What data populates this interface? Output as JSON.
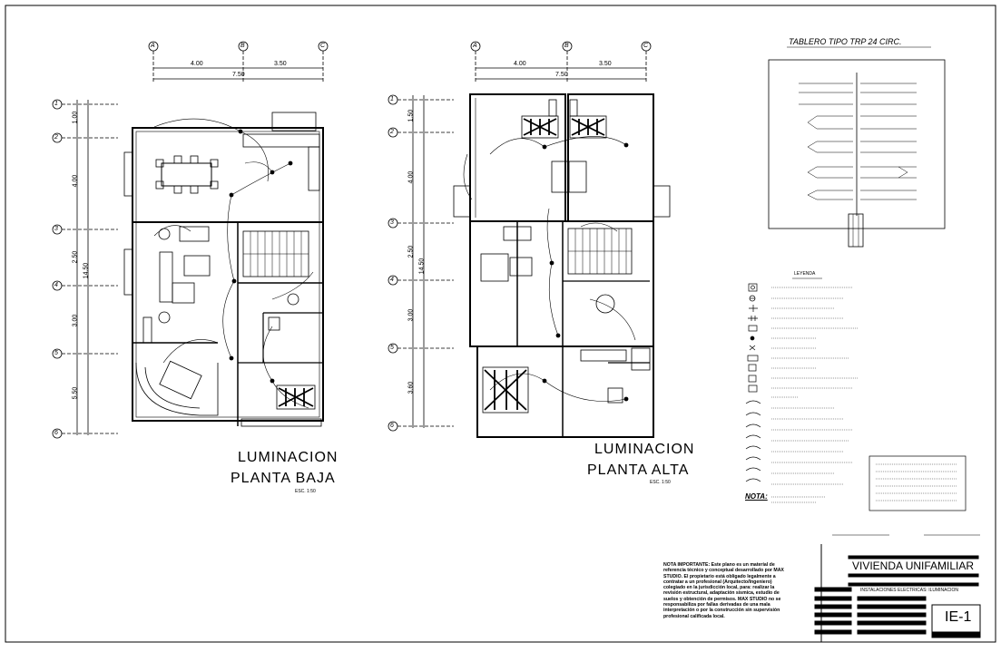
{
  "sheet": {
    "left_plan": {
      "title_line1": "LUMINACION",
      "title_line2": "PLANTA BAJA",
      "scale": "ESC. 1:50",
      "axes_cols": [
        "A",
        "B",
        "C"
      ],
      "axes_rows": [
        "1",
        "2",
        "3",
        "4",
        "5",
        "6"
      ],
      "dims_top": [
        "4.00",
        "3.50"
      ],
      "dims_total": "7.50",
      "dims_left": [
        "1.00",
        "4.00",
        "2.50",
        "3.00",
        "5.50"
      ],
      "dims_left_total": "14.50"
    },
    "right_plan": {
      "title_line1": "LUMINACION",
      "title_line2": "PLANTA ALTA",
      "scale": "ESC. 1:50",
      "axes_cols": [
        "A",
        "B",
        "C"
      ],
      "axes_rows": [
        "1",
        "2",
        "3",
        "4",
        "5",
        "6"
      ],
      "dims_top": [
        "4.00",
        "3.50"
      ],
      "dims_total": "7.50",
      "dims_left": [
        "1.50",
        "4.00",
        "2.50",
        "3.00",
        "3.60"
      ],
      "dims_left_total": "14.50"
    },
    "panel": {
      "title": "TABLERO TIPO TRP 24 CIRC."
    },
    "legend": {
      "title": "LEYENDA",
      "nota_label": "NOTA:"
    },
    "note": {
      "heading": "NOTA IMPORTANTE:",
      "text": "Este plano es un material de referencia técnico y conceptual desarrollado por MAX STUDIO. El propietario está obligado legalmente a contratar a un profesional (Arquitecto/Ingeniero) colegiado en la jurisdicción local, para: realizar la revisión estructural, adaptación sísmica, estudio de suelos y obtención de permisos. MAX STUDIO no se responsabiliza por fallas derivadas de una mala interpretación o por la construcción sin supervisión profesional calificada local."
    },
    "titleblock": {
      "project": "VIVIENDA UNIFAMILIAR",
      "subtitle": "INSTALACIONES ELECTRICAS: ILUMINACION",
      "sheet_number": "IE-1"
    }
  }
}
